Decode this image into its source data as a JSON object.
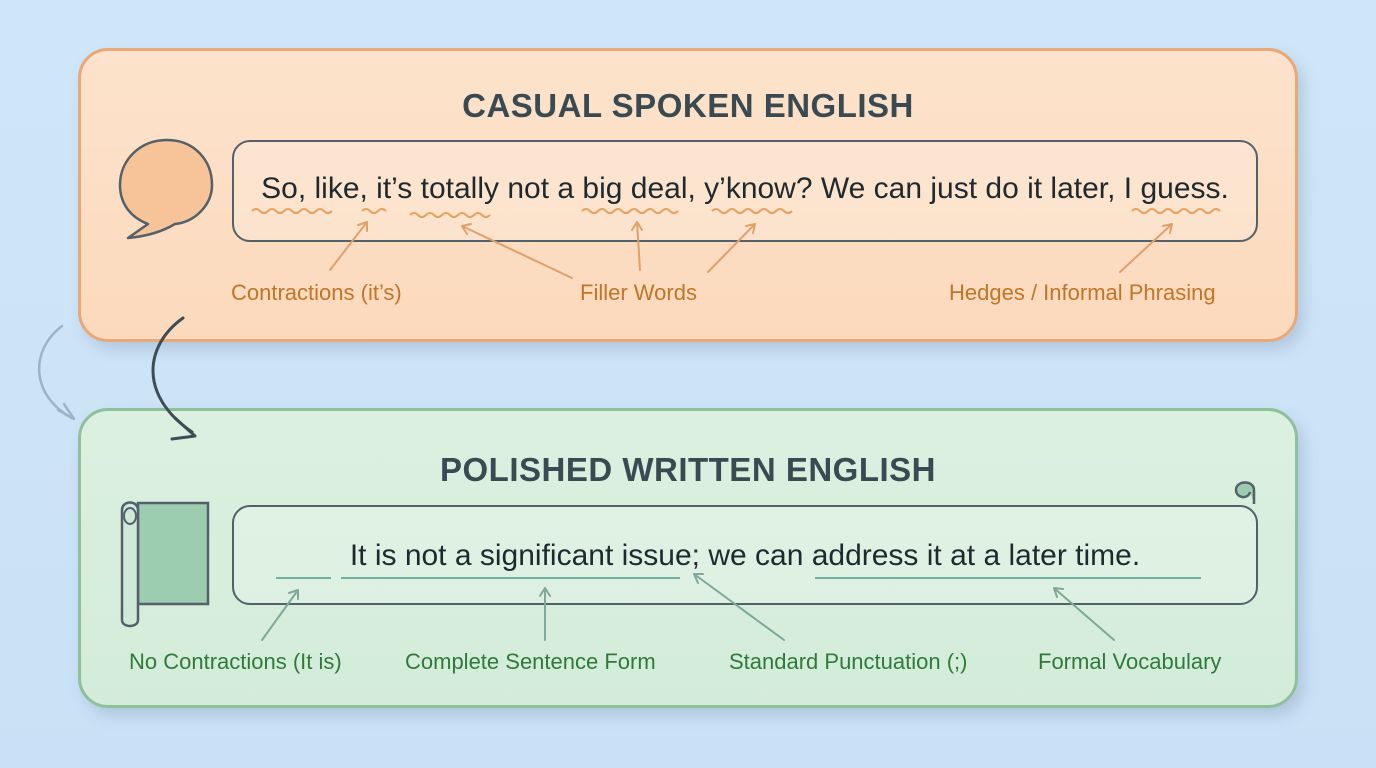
{
  "casual": {
    "title": "CASUAL SPOKEN ENGLISH",
    "sentence": "So, like, it’s totally not a big deal, y’know? We can just do it later, I guess.",
    "labels": {
      "contractions": "Contractions (it’s)",
      "fillers": "Filler Words",
      "hedges": "Hedges / Informal Phrasing"
    },
    "icon": "speech-bubble-icon",
    "accent": "#e9a877",
    "label_color": "#c17528"
  },
  "polished": {
    "title": "POLISHED WRITTEN ENGLISH",
    "sentence": "It is not a significant issue; we can address it at a later time.",
    "labels": {
      "no_contractions": "No Contractions (It is)",
      "complete_sentence": "Complete Sentence Form",
      "punctuation": "Standard Punctuation (;)",
      "vocabulary": "Formal Vocabulary"
    },
    "icon": "scroll-icon",
    "accent": "#8fc09c",
    "label_color": "#2f7a3a"
  },
  "transition_icon": "curved-arrow-down-icon"
}
